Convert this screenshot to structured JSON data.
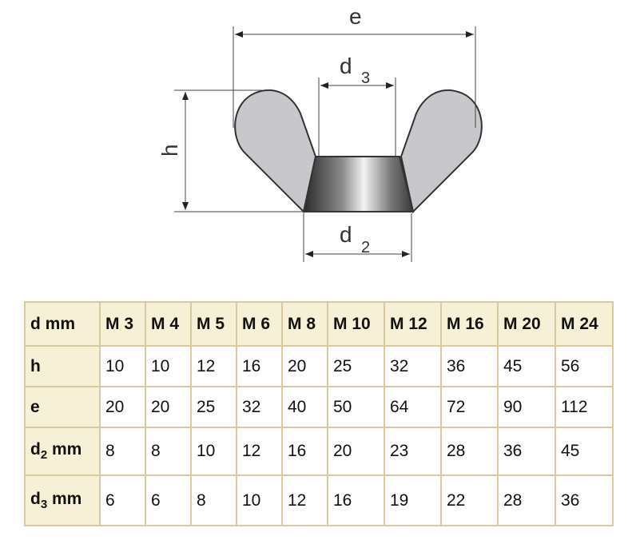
{
  "diagram": {
    "labels": {
      "e": "e",
      "h": "h",
      "d3": "d",
      "d3_sub": "3",
      "d2": "d",
      "d2_sub": "2"
    },
    "colors": {
      "wing": "#c8c8cc",
      "outline": "#333333"
    }
  },
  "table": {
    "header": [
      "d mm",
      "M 3",
      "M 4",
      "M 5",
      "M 6",
      "M 8",
      "M 10",
      "M 12",
      "M 16",
      "M 20",
      "M 24"
    ],
    "rows": [
      {
        "label": "h",
        "values": [
          "10",
          "10",
          "12",
          "16",
          "20",
          "25",
          "32",
          "36",
          "45",
          "56"
        ]
      },
      {
        "label": "e",
        "values": [
          "20",
          "20",
          "25",
          "32",
          "40",
          "50",
          "64",
          "72",
          "90",
          "112"
        ]
      },
      {
        "label": "d",
        "sub": "2",
        "unit": " mm",
        "values": [
          "8",
          "8",
          "10",
          "12",
          "16",
          "20",
          "23",
          "28",
          "36",
          "45"
        ]
      },
      {
        "label": "d",
        "sub": "3",
        "unit": " mm",
        "values": [
          "6",
          "6",
          "8",
          "10",
          "12",
          "16",
          "19",
          "22",
          "28",
          "36"
        ]
      }
    ]
  }
}
